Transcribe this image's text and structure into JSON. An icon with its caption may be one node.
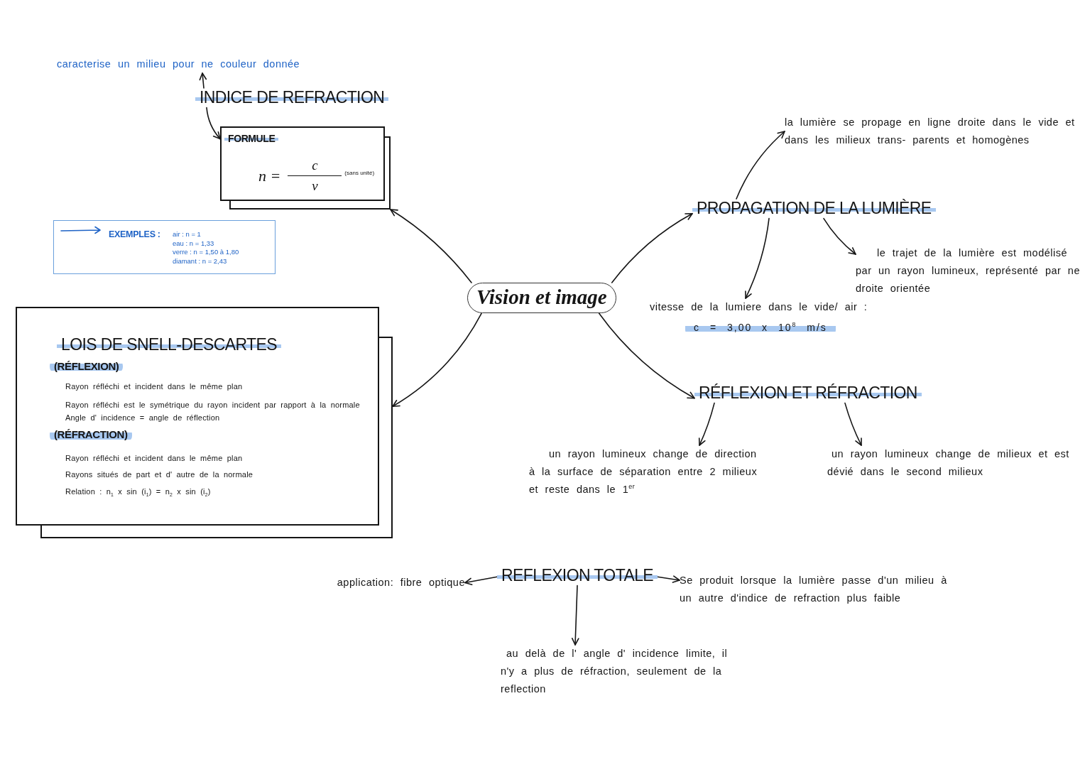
{
  "diagram": {
    "nodes": [
      {
        "text": [
          "Vision et image"
        ]
      },
      {
        "text": [
          "INDICE DE REFRACTION"
        ]
      },
      {
        "text": [
          "caracterise un milieu pour ne couleur donnée"
        ]
      },
      {
        "text": [
          "FORMULE",
          "n =",
          "c",
          "v",
          "(sans unité)"
        ]
      },
      {
        "text": [
          "EXEMPLES :",
          "air : n = 1",
          "eau : n = 1,33",
          "verre : n = 1,50 à 1,80",
          "diamant : n = 2,43"
        ]
      },
      {
        "text": [
          "LOIS DE SNELL-DESCARTES",
          "(RÉFLEXION)",
          "Rayon réfléchi et incident dans le même plan",
          "Rayon réfléchi est le symétrique du rayon incident par rapport à la normale",
          "Angle d' incidence = angle de réflection",
          "(RÉFRACTION)",
          "Rayon réfléchi et incident dans le même plan",
          "Rayons situés de part et d' autre de la normale",
          "Relation : n$_{1}$ x sin (i$_{1}$) = n$_{2}$ x sin (i$_{2}$)"
        ]
      },
      {
        "text": [
          "PROPAGATION DE LA LUMIÈRE"
        ]
      },
      {
        "text": [
          "la lumière se propage en ligne droite dans le vide et dans les milieux trans- parents et homogènes"
        ]
      },
      {
        "text": [
          "le trajet de la lumière est modélisé par un rayon lumineux, représenté par ne droite orientée"
        ]
      },
      {
        "text": [
          "vitesse de la lumiere dans le vide/ air :",
          "c = 3,00 x 10$^{8}$ m/s"
        ]
      },
      {
        "text": [
          "RÉFLEXION ET RÉFRACTION"
        ]
      },
      {
        "text": [
          "un rayon lumineux change de direction à la surface de séparation entre 2 milieux et reste dans le 1$^{er}$"
        ]
      },
      {
        "text": [
          "un rayon lumineux change de milieux et est dévié dans le second milieux"
        ]
      },
      {
        "text": [
          "REFLEXION TOTALE"
        ]
      },
      {
        "text": [
          "application: fibre optique"
        ]
      },
      {
        "text": [
          "Se produit lorsque la lumière passe d'un milieu à un autre d'indice de refraction plus faible"
        ]
      },
      {
        "text": [
          "au delà de l' angle d' incidence limite, il n'y a plus de réfraction, seulement de la reflection"
        ]
      }
    ],
    "edges": [
      {
        "from": 0,
        "to": 3,
        "arrow": "to"
      },
      {
        "from": 0,
        "to": 5,
        "arrow": "to"
      },
      {
        "from": 0,
        "to": 6,
        "arrow": "to"
      },
      {
        "from": 0,
        "to": 10,
        "arrow": "to"
      },
      {
        "from": 6,
        "to": 7,
        "arrow": "to"
      },
      {
        "from": 6,
        "to": 8,
        "arrow": "to"
      },
      {
        "from": 6,
        "to": 9,
        "arrow": "to"
      },
      {
        "from": 10,
        "to": 11,
        "arrow": "to"
      },
      {
        "from": 10,
        "to": 12,
        "arrow": "to"
      },
      {
        "from": 13,
        "to": 14,
        "arrow": "to"
      },
      {
        "from": 13,
        "to": 15,
        "arrow": "to"
      },
      {
        "from": 13,
        "to": 16,
        "arrow": "to"
      },
      {
        "from": 1,
        "to": 3,
        "arrow": "to"
      },
      {
        "from": 1,
        "to": 2,
        "arrow": "to"
      }
    ]
  }
}
